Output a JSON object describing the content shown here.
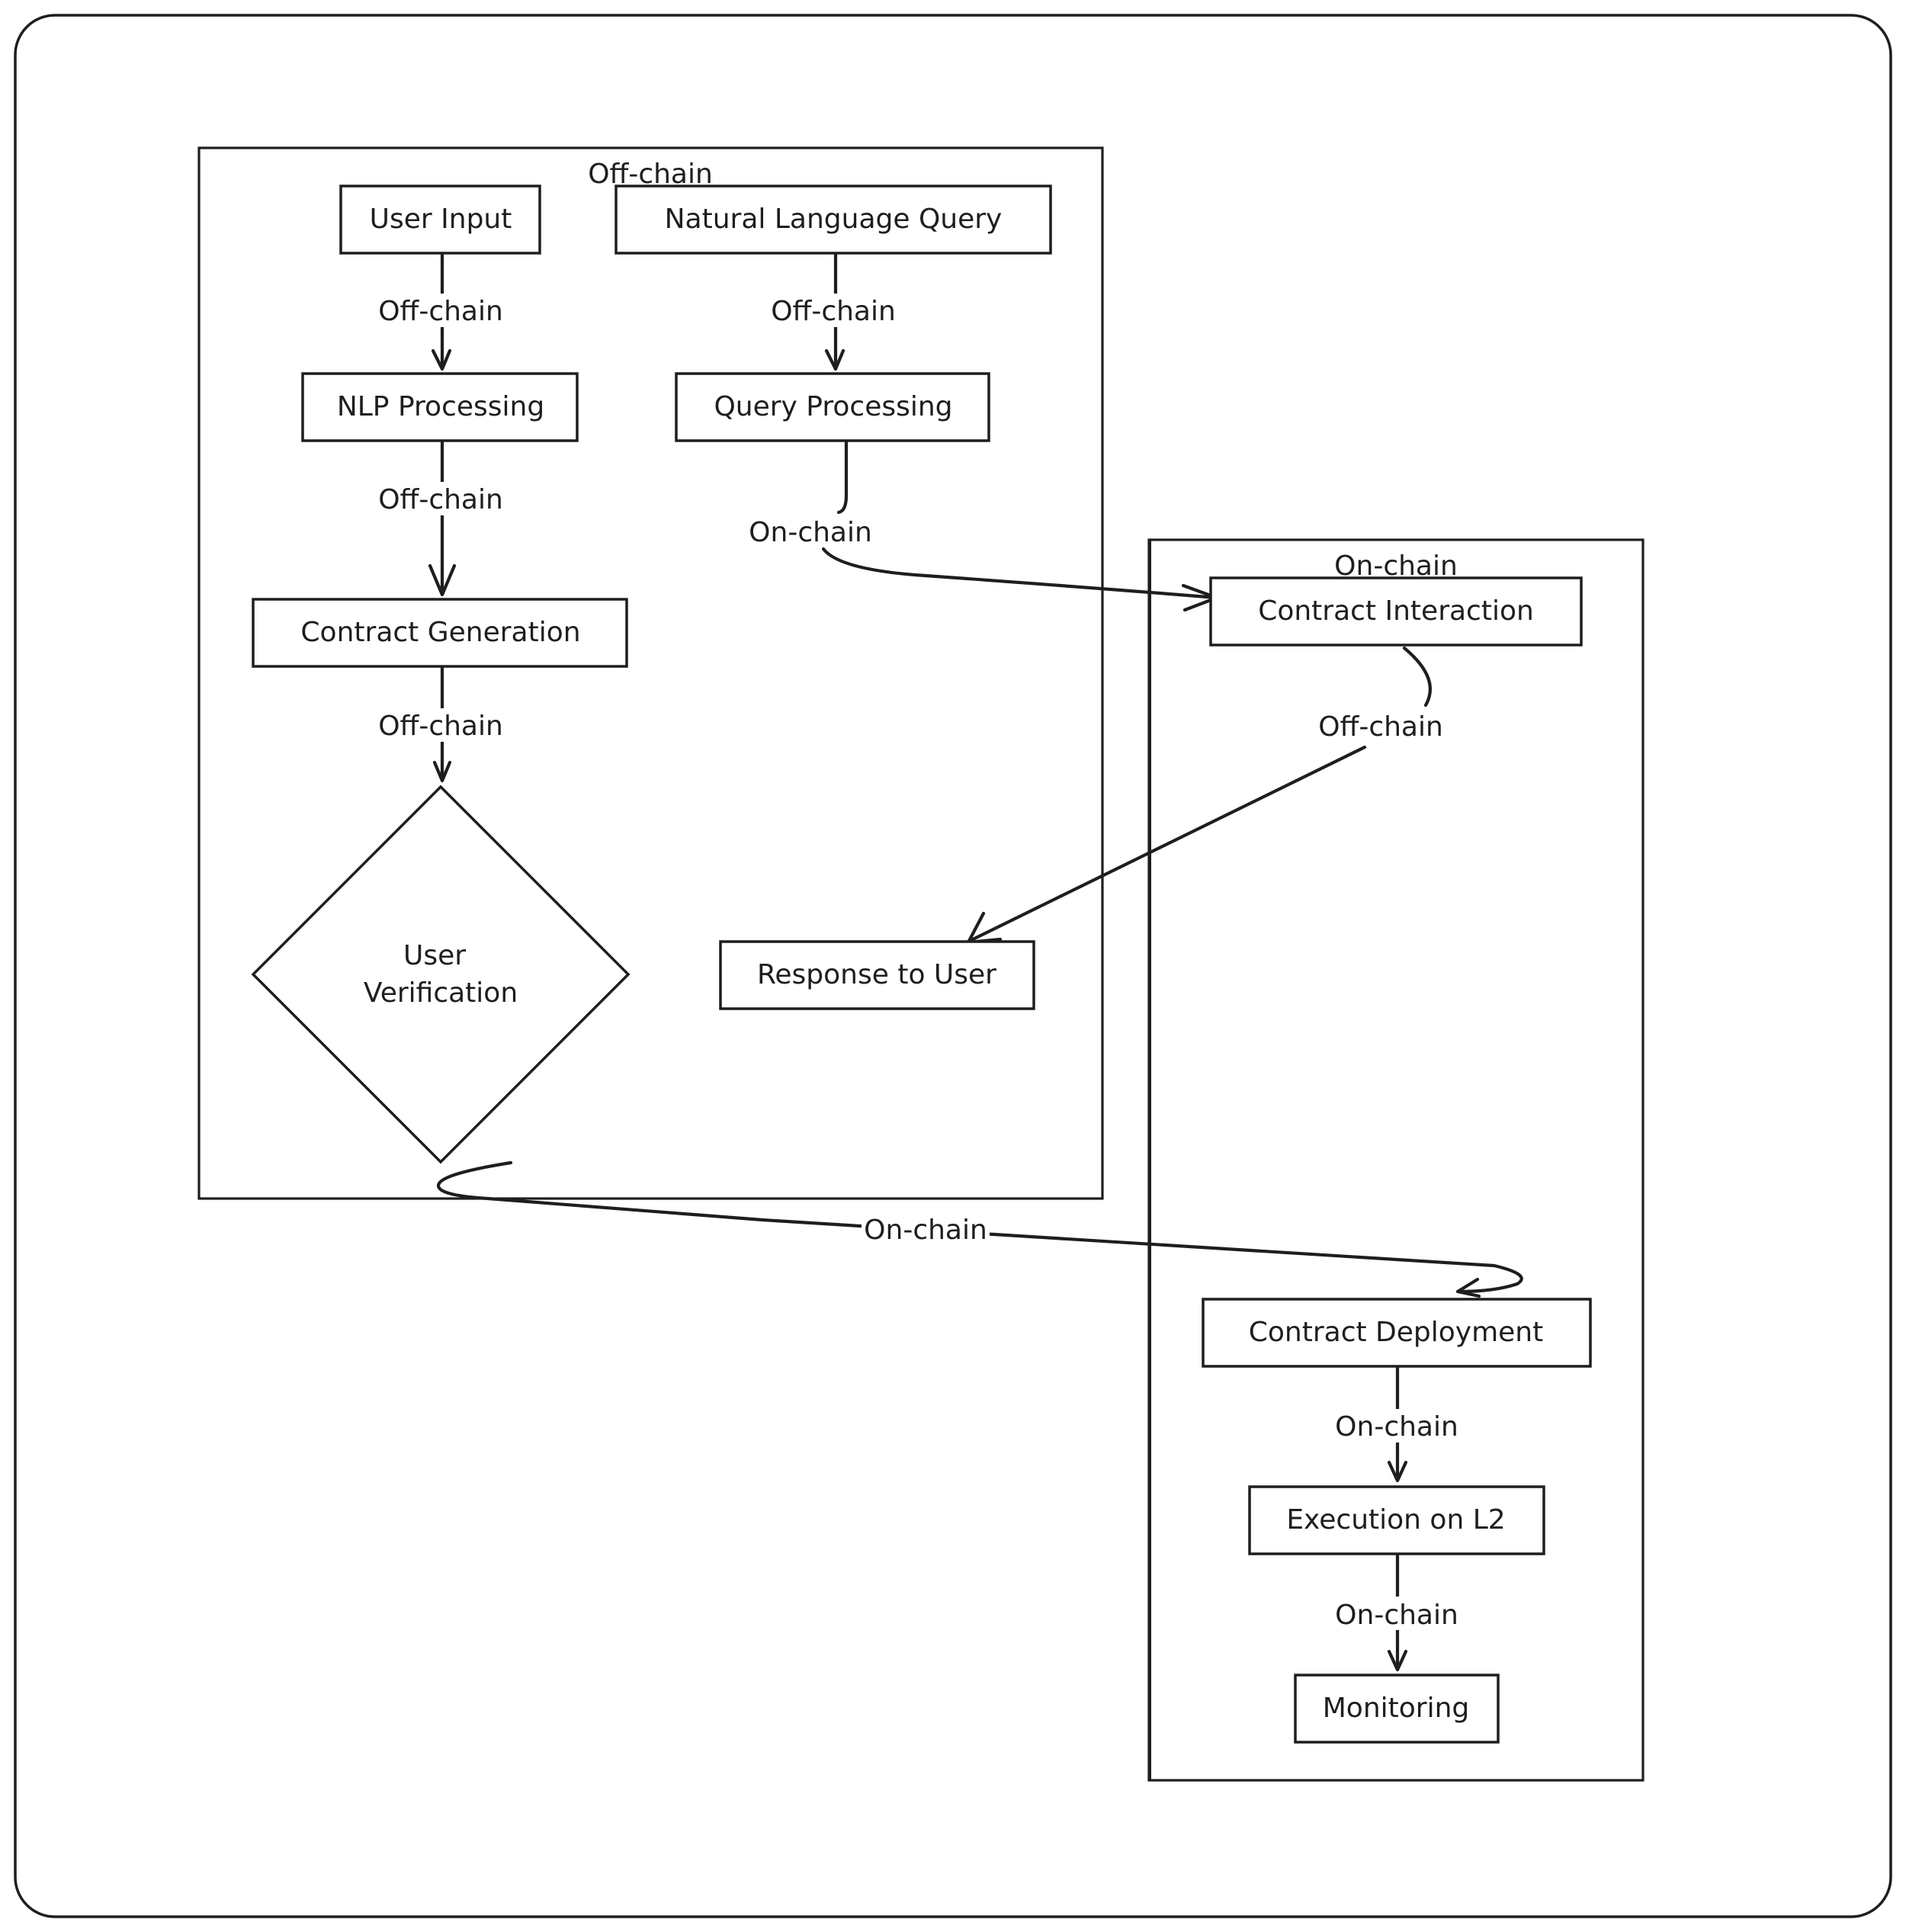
{
  "groups": {
    "offchain": {
      "label": "Off-chain"
    },
    "onchain": {
      "label": "On-chain"
    }
  },
  "nodes": {
    "user_input": {
      "label": "User Input"
    },
    "nl_query": {
      "label": "Natural Language Query"
    },
    "nlp_processing": {
      "label": "NLP Processing"
    },
    "query_processing": {
      "label": "Query Processing"
    },
    "contract_generation": {
      "label": "Contract Generation"
    },
    "user_verification": {
      "label_line1": "User",
      "label_line2": "Verification"
    },
    "response_to_user": {
      "label": "Response to User"
    },
    "contract_interaction": {
      "label": "Contract Interaction"
    },
    "contract_deployment": {
      "label": "Contract Deployment"
    },
    "execution_l2": {
      "label": "Execution on L2"
    },
    "monitoring": {
      "label": "Monitoring"
    }
  },
  "edges": {
    "input_to_nlp": {
      "label": "Off-chain"
    },
    "nlp_to_generation": {
      "label": "Off-chain"
    },
    "generation_to_verification": {
      "label": "Off-chain"
    },
    "query_to_processing": {
      "label": "Off-chain"
    },
    "processing_to_interaction": {
      "label": "On-chain"
    },
    "interaction_to_response": {
      "label": "Off-chain"
    },
    "verification_to_deployment": {
      "label": "On-chain"
    },
    "deployment_to_execution": {
      "label": "On-chain"
    },
    "execution_to_monitoring": {
      "label": "On-chain"
    }
  }
}
